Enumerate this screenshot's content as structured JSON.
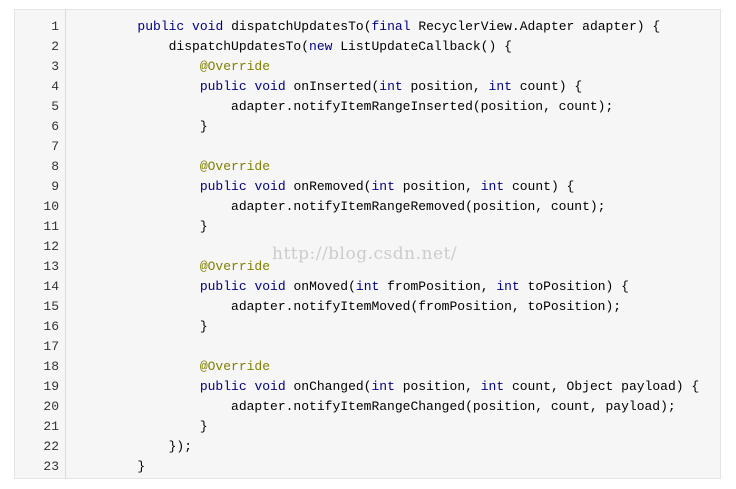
{
  "code_viewer": {
    "watermark": "http://blog.csdn.net/",
    "lines": [
      {
        "num": "1",
        "text": "        public void dispatchUpdatesTo(final RecyclerView.Adapter adapter) {"
      },
      {
        "num": "2",
        "text": "            dispatchUpdatesTo(new ListUpdateCallback() {"
      },
      {
        "num": "3",
        "text": "                @Override"
      },
      {
        "num": "4",
        "text": "                public void onInserted(int position, int count) {"
      },
      {
        "num": "5",
        "text": "                    adapter.notifyItemRangeInserted(position, count);"
      },
      {
        "num": "6",
        "text": "                }"
      },
      {
        "num": "7",
        "text": ""
      },
      {
        "num": "8",
        "text": "                @Override"
      },
      {
        "num": "9",
        "text": "                public void onRemoved(int position, int count) {"
      },
      {
        "num": "10",
        "text": "                    adapter.notifyItemRangeRemoved(position, count);"
      },
      {
        "num": "11",
        "text": "                }"
      },
      {
        "num": "12",
        "text": ""
      },
      {
        "num": "13",
        "text": "                @Override"
      },
      {
        "num": "14",
        "text": "                public void onMoved(int fromPosition, int toPosition) {"
      },
      {
        "num": "15",
        "text": "                    adapter.notifyItemMoved(fromPosition, toPosition);"
      },
      {
        "num": "16",
        "text": "                }"
      },
      {
        "num": "17",
        "text": ""
      },
      {
        "num": "18",
        "text": "                @Override"
      },
      {
        "num": "19",
        "text": "                public void onChanged(int position, int count, Object payload) {"
      },
      {
        "num": "20",
        "text": "                    adapter.notifyItemRangeChanged(position, count, payload);"
      },
      {
        "num": "21",
        "text": "                }"
      },
      {
        "num": "22",
        "text": "            });"
      },
      {
        "num": "23",
        "text": "        }"
      }
    ]
  }
}
